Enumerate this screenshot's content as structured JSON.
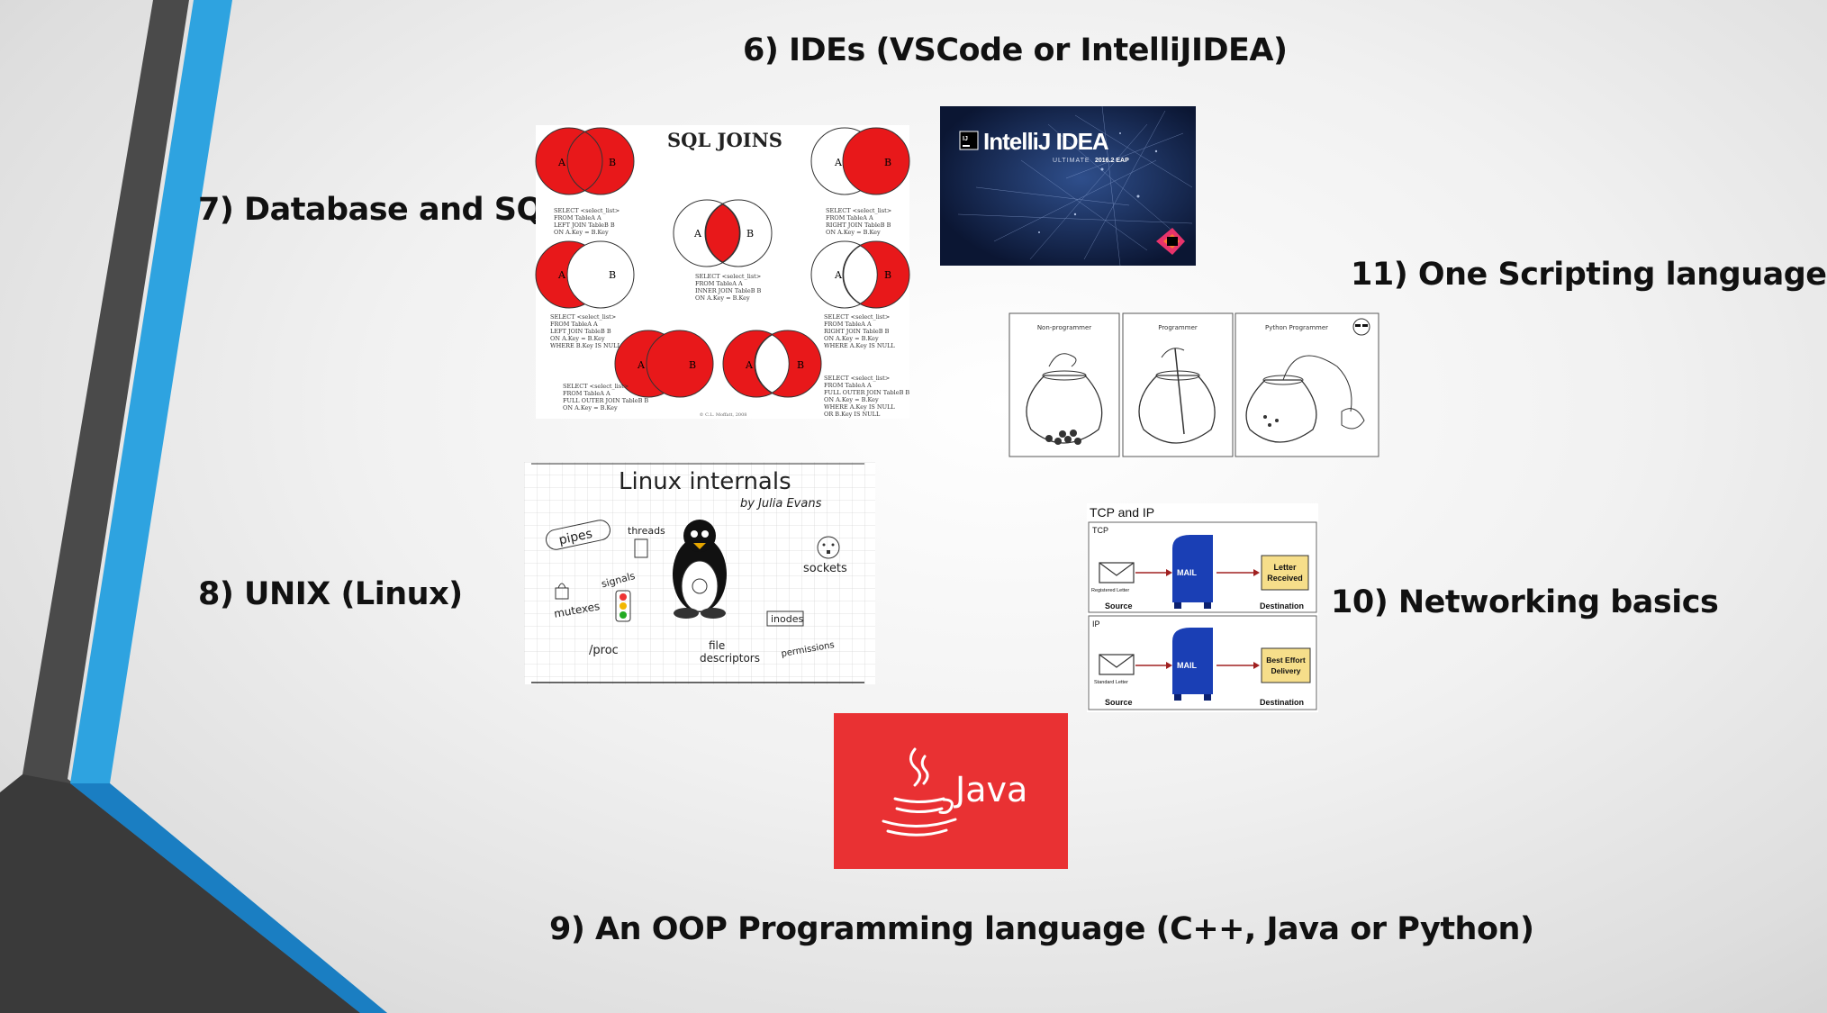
{
  "slide": {
    "topics": {
      "ides": "6) IDEs (VSCode or IntelliJIDEA)",
      "database": "7) Database and SQL",
      "unix": "8) UNIX (Linux)",
      "oop": "9) An OOP Programming language (C++, Java or Python)",
      "networking": "10) Networking basics",
      "scripting": "11) One Scripting language"
    }
  },
  "sql_joins": {
    "title": "SQL JOINS",
    "set_a": "A",
    "set_b": "B",
    "code_left_join": [
      "SELECT <select_list>",
      "FROM TableA A",
      "LEFT JOIN TableB B",
      "ON A.Key = B.Key"
    ],
    "code_right_join": [
      "SELECT <select_list>",
      "FROM TableA A",
      "RIGHT JOIN TableB B",
      "ON A.Key = B.Key"
    ],
    "code_inner_join": [
      "SELECT <select_list>",
      "FROM TableA A",
      "INNER JOIN TableB B",
      "ON A.Key = B.Key"
    ],
    "code_left_excl": [
      "SELECT <select_list>",
      "FROM TableA A",
      "LEFT JOIN TableB B",
      "ON A.Key = B.Key",
      "WHERE B.Key IS NULL"
    ],
    "code_right_excl": [
      "SELECT <select_list>",
      "FROM TableA A",
      "RIGHT JOIN TableB B",
      "ON A.Key = B.Key",
      "WHERE A.Key IS NULL"
    ],
    "code_full": [
      "SELECT <select_list>",
      "FROM TableA A",
      "FULL OUTER JOIN TableB B",
      "ON A.Key = B.Key"
    ],
    "code_full_excl": [
      "SELECT <select_list>",
      "FROM TableA A",
      "FULL OUTER JOIN TableB B",
      "ON A.Key = B.Key",
      "WHERE A.Key IS NULL",
      "OR B.Key IS NULL"
    ],
    "credit": "© C.L. Moffatt, 2008"
  },
  "intellij": {
    "badge": "IJ",
    "name": "IntelliJ IDEA",
    "edition": "ULTIMATE",
    "version": "2016.2 EAP",
    "colors": {
      "bg": "#0b1633",
      "accent": "#e8336b"
    }
  },
  "python_comic": {
    "panels": [
      "Non-programmer",
      "Programmer",
      "Python Programmer"
    ]
  },
  "linux": {
    "title": "Linux internals",
    "author": "by Julia Evans",
    "labels": {
      "pipes": "pipes",
      "threads": "threads",
      "sockets": "sockets",
      "signals": "signals",
      "mutexes": "mutexes",
      "inodes": "inodes",
      "proc": "/proc",
      "file_descriptors": [
        "file",
        "descriptors"
      ],
      "permissions": "permissions"
    }
  },
  "tcpip": {
    "title": "TCP and IP",
    "tcp": {
      "label": "TCP",
      "letter": "Registered Letter",
      "box": "MAIL",
      "destination_note": [
        "Letter",
        "Received"
      ],
      "source": "Source",
      "destination": "Destination"
    },
    "ip": {
      "label": "IP",
      "letter": "Standard Letter",
      "box": "MAIL",
      "destination_note": [
        "Best Effort",
        "Delivery"
      ],
      "source": "Source",
      "destination": "Destination"
    }
  },
  "java": {
    "wordmark": "Java",
    "colors": {
      "bg": "#e93133"
    }
  }
}
